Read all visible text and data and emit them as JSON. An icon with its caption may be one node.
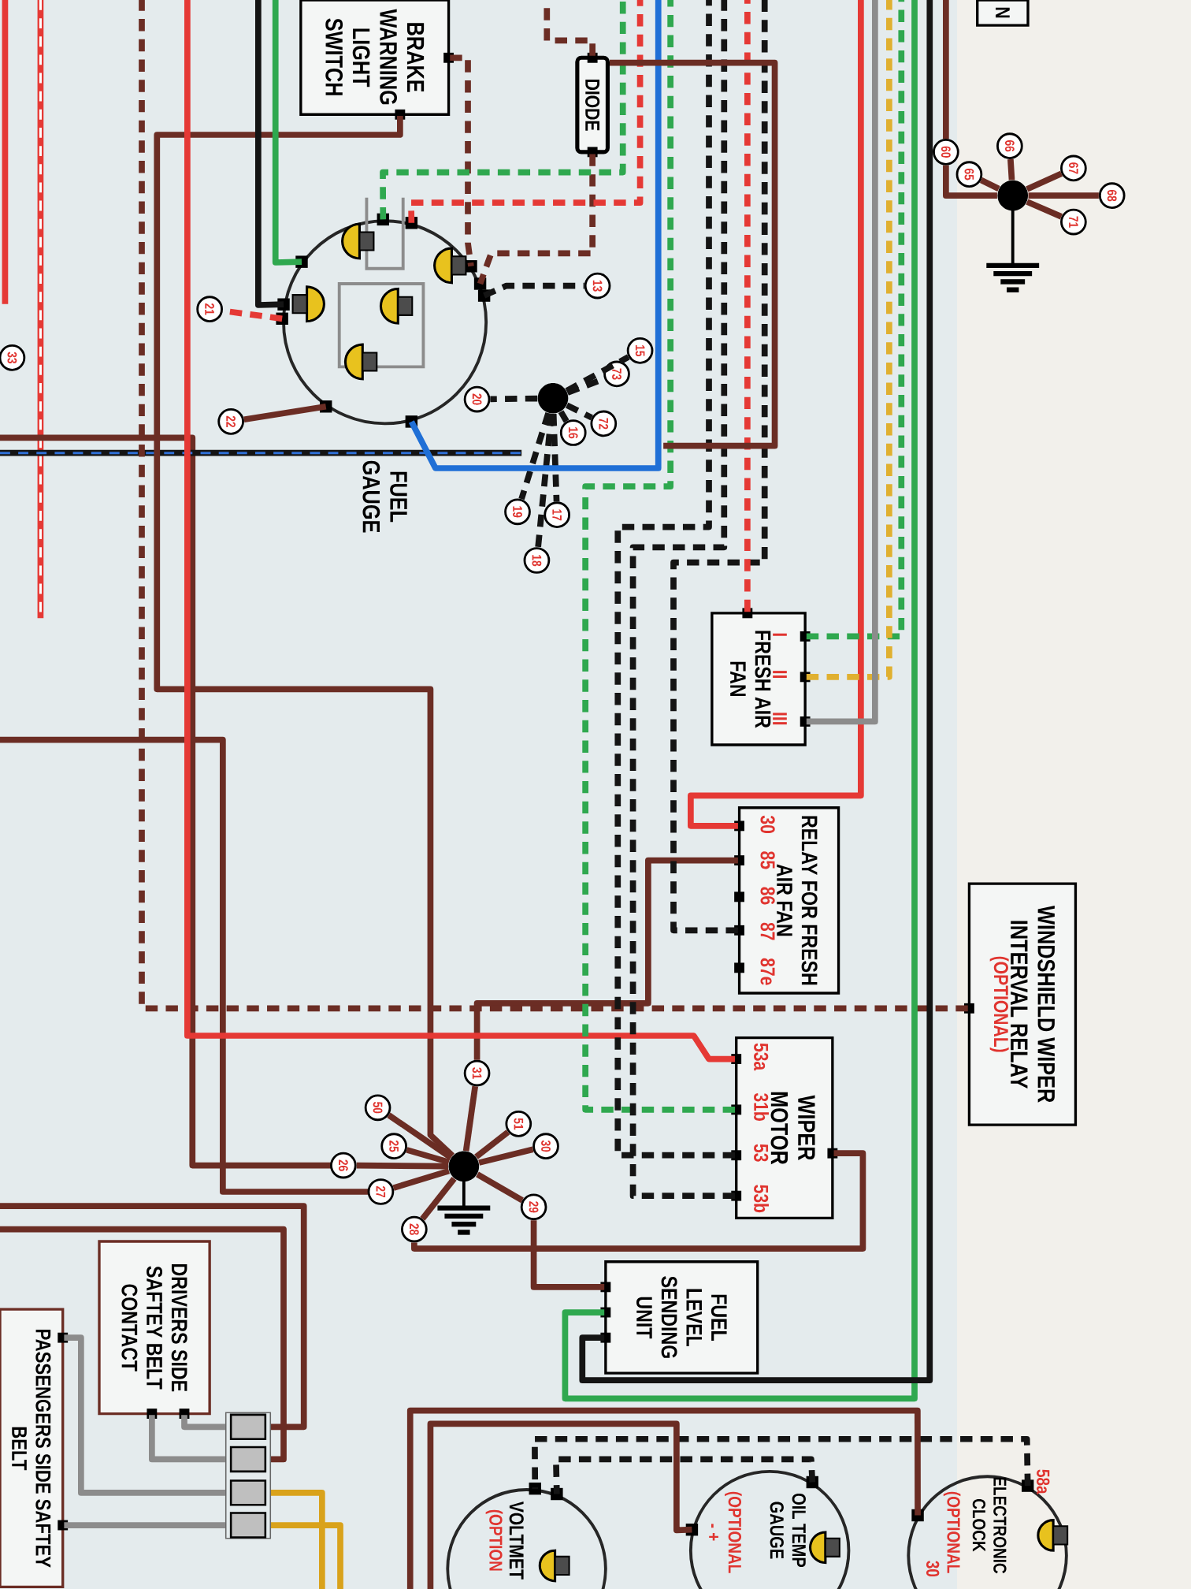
{
  "diagram": {
    "nodes": [
      {
        "text": [
          "BRAKE WARNING LIGHT SWITCH"
        ]
      },
      {
        "text": [
          "DIODE"
        ]
      },
      {
        "text": [
          "FUEL GAUGE"
        ]
      },
      {
        "text": [
          "N"
        ]
      },
      {
        "text": [
          "FRESH AIR FAN",
          "I",
          "II",
          "III"
        ]
      },
      {
        "text": [
          "RELAY FOR FRESH AIR FAN",
          "30",
          "85",
          "86",
          "87",
          "87e"
        ]
      },
      {
        "text": [
          "WINDSHIELD WIPER INTERVAL RELAY",
          "(OPTIONAL)"
        ]
      },
      {
        "text": [
          "WIPER MOTOR",
          "53a",
          "31b",
          "53",
          "53b"
        ]
      },
      {
        "text": [
          "FUEL LEVEL SENDING UNIT"
        ]
      },
      {
        "text": [
          "DRIVERS SIDE SAFTEY BELT CONTACT"
        ]
      },
      {
        "text": [
          "PASSENGERS SIDE SAFTEY BELT"
        ]
      },
      {
        "text": [],
        "shape": "box"
      },
      {
        "text": [
          "VOLTMET",
          "(OPTION"
        ]
      },
      {
        "text": [
          "OIL TEMP GAUGE",
          "(OPTIONAL",
          "- +"
        ]
      },
      {
        "text": [
          "58a",
          "ELECTRONIC CLOCK",
          "(OPTIONAL",
          "30"
        ]
      },
      {
        "text": [],
        "shape": "circle"
      },
      {
        "text": [],
        "shape": "circle"
      },
      {
        "text": [],
        "shape": "circle"
      },
      {
        "text": [
          "21"
        ]
      },
      {
        "text": [
          "22"
        ]
      },
      {
        "text": [
          "13"
        ]
      },
      {
        "text": [
          "20"
        ]
      },
      {
        "text": [
          "15"
        ]
      },
      {
        "text": [
          "73"
        ]
      },
      {
        "text": [
          "72"
        ]
      },
      {
        "text": [
          "16"
        ]
      },
      {
        "text": [
          "19"
        ]
      },
      {
        "text": [
          "17"
        ]
      },
      {
        "text": [
          "18"
        ]
      },
      {
        "text": [
          "31"
        ]
      },
      {
        "text": [
          "50"
        ]
      },
      {
        "text": [
          "25"
        ]
      },
      {
        "text": [
          "51"
        ]
      },
      {
        "text": [
          "30"
        ]
      },
      {
        "text": [
          "26"
        ]
      },
      {
        "text": [
          "27"
        ]
      },
      {
        "text": [
          "29"
        ]
      },
      {
        "text": [
          "28"
        ]
      },
      {
        "text": [
          "60"
        ]
      },
      {
        "text": [
          "65"
        ]
      },
      {
        "text": [
          "66"
        ]
      },
      {
        "text": [
          "67"
        ]
      },
      {
        "text": [
          "68"
        ]
      },
      {
        "text": [
          "71"
        ]
      },
      {
        "text": [
          "33"
        ]
      }
    ],
    "edges": [
      {
        "from": 0,
        "to": 2,
        "arrow": "none",
        "style": "dashed"
      },
      {
        "from": 1,
        "to": 2,
        "arrow": "none",
        "style": "dashed"
      },
      {
        "from": 0,
        "to": 16,
        "arrow": "none"
      },
      {
        "from": 2,
        "to": 18,
        "arrow": "none",
        "style": "dashed",
        "color": "#e53935"
      },
      {
        "from": 2,
        "to": 19,
        "arrow": "none"
      },
      {
        "from": 2,
        "to": 20,
        "arrow": "none",
        "style": "dashed",
        "color": "#141414"
      },
      {
        "from": 15,
        "to": 21,
        "arrow": "none",
        "style": "dashed",
        "color": "#141414"
      },
      {
        "from": 15,
        "to": 22,
        "arrow": "none",
        "style": "dashed",
        "color": "#141414"
      },
      {
        "from": 15,
        "to": 23,
        "arrow": "none",
        "style": "dashed",
        "color": "#141414"
      },
      {
        "from": 15,
        "to": 24,
        "arrow": "none",
        "style": "dashed",
        "color": "#141414"
      },
      {
        "from": 15,
        "to": 25,
        "arrow": "none",
        "style": "dashed",
        "color": "#141414"
      },
      {
        "from": 15,
        "to": 26,
        "arrow": "none",
        "style": "dashed",
        "color": "#141414"
      },
      {
        "from": 15,
        "to": 27,
        "arrow": "none",
        "style": "dashed",
        "color": "#141414"
      },
      {
        "from": 15,
        "to": 28,
        "arrow": "none",
        "style": "dashed",
        "color": "#141414"
      },
      {
        "from": 16,
        "to": 29,
        "arrow": "none"
      },
      {
        "from": 16,
        "to": 30,
        "arrow": "none"
      },
      {
        "from": 16,
        "to": 31,
        "arrow": "none"
      },
      {
        "from": 16,
        "to": 32,
        "arrow": "none"
      },
      {
        "from": 16,
        "to": 33,
        "arrow": "none"
      },
      {
        "from": 16,
        "to": 34,
        "arrow": "none"
      },
      {
        "from": 16,
        "to": 35,
        "arrow": "none"
      },
      {
        "from": 16,
        "to": 36,
        "arrow": "none"
      },
      {
        "from": 16,
        "to": 37,
        "arrow": "none"
      },
      {
        "from": 17,
        "to": 38,
        "arrow": "none"
      },
      {
        "from": 17,
        "to": 39,
        "arrow": "none"
      },
      {
        "from": 17,
        "to": 40,
        "arrow": "none"
      },
      {
        "from": 17,
        "to": 41,
        "arrow": "none"
      },
      {
        "from": 17,
        "to": 42,
        "arrow": "none"
      },
      {
        "from": 17,
        "to": 43,
        "arrow": "none"
      },
      {
        "from": 5,
        "to": 29,
        "arrow": "none"
      },
      {
        "from": 6,
        "to": null,
        "arrow": "none",
        "style": "dashed"
      },
      {
        "from": 7,
        "to": null,
        "arrow": "none",
        "color": "#e53935"
      },
      {
        "from": 7,
        "to": null,
        "arrow": "none",
        "style": "dashed",
        "color": "#2fa84f"
      },
      {
        "from": 7,
        "to": null,
        "arrow": "none",
        "style": "dashed",
        "color": "#141414"
      },
      {
        "from": 7,
        "to": null,
        "arrow": "none",
        "style": "dashed",
        "color": "#141414"
      },
      {
        "from": 7,
        "to": 37,
        "arrow": "none"
      },
      {
        "from": 8,
        "to": 36,
        "arrow": "none"
      },
      {
        "from": 8,
        "to": null,
        "arrow": "none",
        "color": "#2fa84f"
      },
      {
        "from": 8,
        "to": null,
        "arrow": "none",
        "color": "#141414"
      },
      {
        "from": 5,
        "to": null,
        "arrow": "none",
        "color": "#e53935"
      },
      {
        "from": 5,
        "to": null,
        "arrow": "none",
        "style": "dashed",
        "color": "#141414"
      },
      {
        "from": 4,
        "to": null,
        "arrow": "none",
        "style": "dashed",
        "color": "#e53935"
      },
      {
        "from": 4,
        "to": null,
        "arrow": "none",
        "style": "dashed",
        "color": "#2fa84f"
      },
      {
        "from": 4,
        "to": null,
        "arrow": "none",
        "style": "dashed",
        "color": "#e0b030"
      },
      {
        "from": 4,
        "to": null,
        "arrow": "none",
        "color": "#8c8c8c"
      },
      {
        "from": 9,
        "to": 11,
        "arrow": "none",
        "color": "#8c8c8c"
      },
      {
        "from": 9,
        "to": 11,
        "arrow": "none",
        "color": "#8c8c8c"
      },
      {
        "from": 10,
        "to": 11,
        "arrow": "none",
        "color": "#8c8c8c"
      },
      {
        "from": 10,
        "to": 11,
        "arrow": "none",
        "color": "#8c8c8c"
      },
      {
        "from": 14,
        "to": 12,
        "arrow": "none",
        "style": "dashed",
        "color": "#141414"
      },
      {
        "from": 13,
        "to": 12,
        "arrow": "none",
        "style": "dashed",
        "color": "#141414"
      },
      {
        "from": 14,
        "to": null,
        "arrow": "none"
      },
      {
        "from": 13,
        "to": null,
        "arrow": "none"
      },
      {
        "from": 2,
        "to": null,
        "arrow": "none",
        "color": "#1f6fd6"
      },
      {
        "from": 2,
        "to": null,
        "arrow": "none",
        "color": "#2fa84f"
      },
      {
        "from": 2,
        "to": null,
        "arrow": "none",
        "color": "#141414"
      },
      {
        "from": 2,
        "to": null,
        "arrow": "none",
        "style": "dashed",
        "color": "#2fa84f"
      },
      {
        "from": 2,
        "to": null,
        "arrow": "none",
        "style": "dashed",
        "color": "#e53935"
      },
      {
        "from": 1,
        "to": null,
        "arrow": "none",
        "style": "dashed"
      },
      {
        "from": 1,
        "to": null,
        "arrow": "none"
      },
      {
        "from": 38,
        "to": null,
        "arrow": "none"
      }
    ]
  }
}
